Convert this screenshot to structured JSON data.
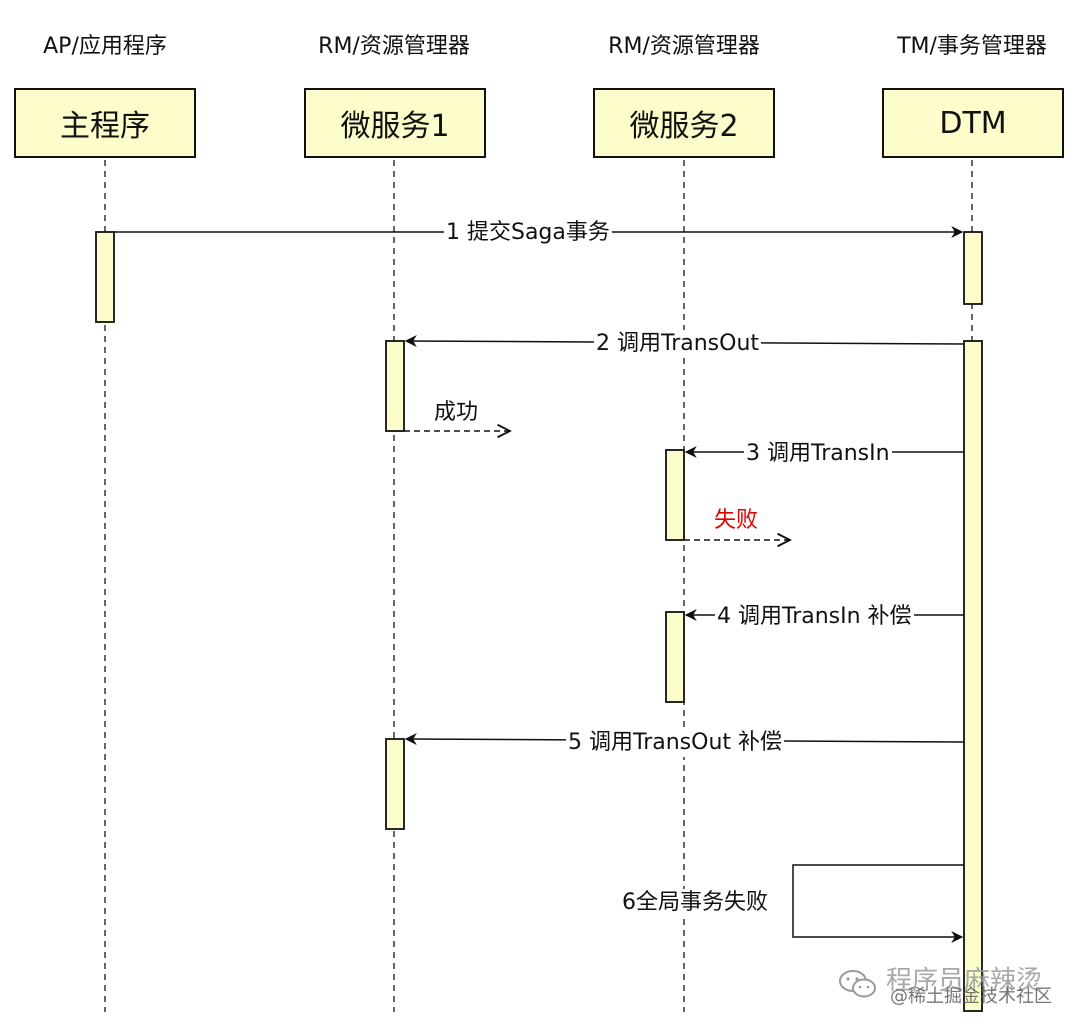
{
  "participants": [
    {
      "role": "AP/应用程序",
      "name": "主程序"
    },
    {
      "role": "RM/资源管理器",
      "name": "微服务1"
    },
    {
      "role": "RM/资源管理器",
      "name": "微服务2"
    },
    {
      "role": "TM/事务管理器",
      "name": "DTM"
    }
  ],
  "messages": {
    "m1": "1 提交Saga事务",
    "m2": "2 调用TransOut",
    "r1": "成功",
    "m3": "3 调用TransIn",
    "r2": "失败",
    "m4": "4 调用TransIn 补偿",
    "m5": "5 调用TransOut 补偿",
    "m6": "6全局事务失败"
  },
  "watermark": {
    "text": "程序员麻辣烫",
    "overlay": "@稀土掘金技术社区"
  },
  "colors": {
    "box_fill": "#fdfccb",
    "stroke": "#111111",
    "fail_text": "#e00000"
  }
}
